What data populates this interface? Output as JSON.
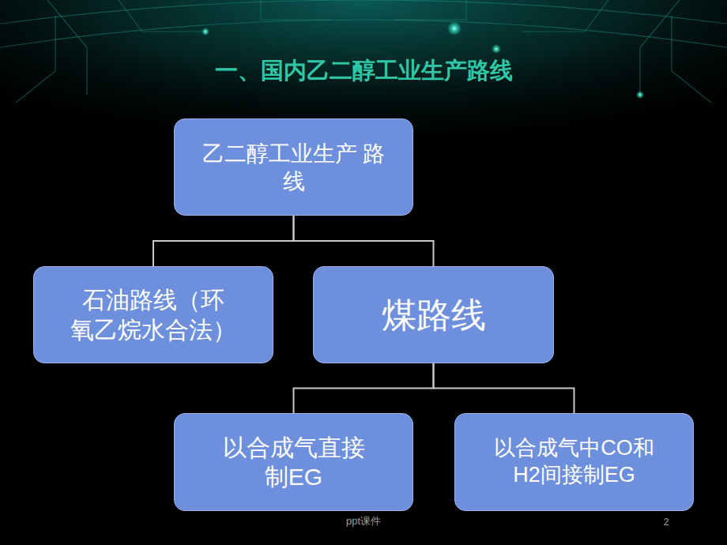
{
  "diagram": {
    "title": "一、国内乙二醇工业生产路线",
    "nodes": [
      {
        "text": [
          "乙二醇工业生产 路线"
        ]
      },
      {
        "text": [
          "石油路线（环 氧乙烷水合法）"
        ]
      },
      {
        "text": [
          "煤路线"
        ]
      },
      {
        "text": [
          "以合成气直接 制EG"
        ]
      },
      {
        "text": [
          "以合成气中CO和 H2间接制EG"
        ]
      }
    ],
    "edges": [
      {
        "from": 0,
        "to": 1,
        "arrow": "none"
      },
      {
        "from": 0,
        "to": 2,
        "arrow": "none"
      },
      {
        "from": 2,
        "to": 3,
        "arrow": "none"
      },
      {
        "from": 2,
        "to": 4,
        "arrow": "none"
      }
    ],
    "labels": [
      "ppt课件",
      "2"
    ]
  }
}
